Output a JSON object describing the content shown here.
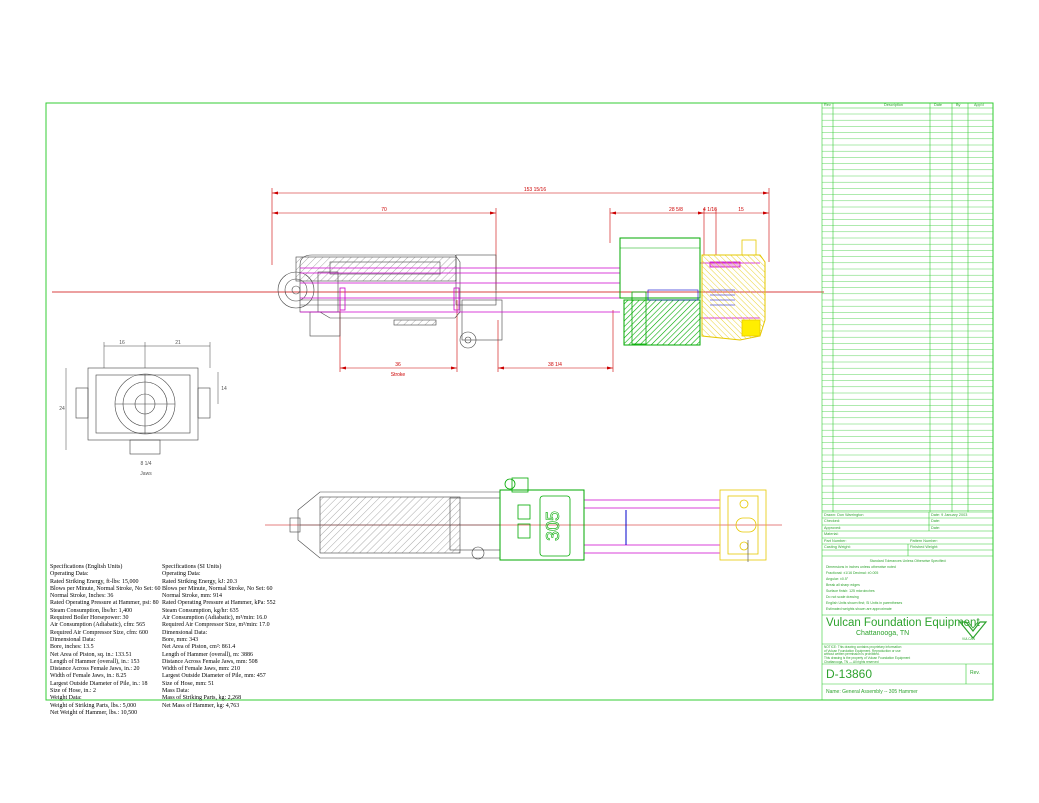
{
  "colors": {
    "frame": "#33cc33",
    "dimension": "#cc0000",
    "axis": "#cc0000",
    "piston": "#cc00cc",
    "cylinder": "#00aa00",
    "jaws": "#ffee00",
    "drawing": "#444444",
    "titleblock_text": "#2ea32e"
  },
  "drawing": {
    "dimensions": {
      "overall": "153 15/16",
      "d70": "70",
      "d28": "28 5/8",
      "d4": "4 1/16",
      "d15": "15",
      "d36": "36",
      "stroke_label": "Stroke",
      "d38": "38 1/4"
    },
    "end_view": {
      "dim_a": "16",
      "dim_b": "21",
      "dim_c": "24",
      "dim_d": "14",
      "jaws_dim": "8 1/4",
      "jaws_label": "Jaws"
    },
    "cylinder_label": "305"
  },
  "specs_english": {
    "lines": [
      "Specifications (English Units)",
      "Operating Data:",
      "Rated Striking Energy, ft-lbs: 15,000",
      "Blows per Minute, Normal Stroke, No Set: 60",
      "Normal Stroke, Inches: 36",
      "Rated Operating Pressure at Hammer, psi: 80",
      "Steam Consumption, lbs/hr: 1,400",
      "Required Boiler Horsepower: 30",
      "Air Consumption (Adiabatic), cfm: 565",
      "Required Air Compressor Size, cfm: 600",
      "Dimensional Data:",
      "Bore, inches: 13.5",
      "Net Area of Piston, sq. in.: 133.51",
      "Length of Hammer (overall), in.: 153",
      "Distance Across Female Jaws, in.: 20",
      "Width of Female Jaws, in.: 8.25",
      "Largest Outside Diameter of Pile, in.: 18",
      "Size of Hose, in.: 2",
      "Weight Data:",
      "Weight of Striking Parts, lbs.: 5,000",
      "Net Weight of Hammer, lbs.: 10,500"
    ]
  },
  "specs_si": {
    "lines": [
      "Specifications (SI Units)",
      "Operating Data:",
      "Rated Striking Energy, kJ: 20.3",
      "Blows per Minute, Normal Stroke, No Set: 60",
      "Normal Stroke, mm: 914",
      "Rated Operating Pressure at Hammer, kPa: 552",
      "Steam Consumption, kg/hr: 635",
      "Air Consumption (Adiabatic), m³/min: 16.0",
      "Required Air Compressor Size, m³/min: 17.0",
      "Dimensional Data:",
      "Bore, mm: 343",
      "Net Area of Piston, cm²: 861.4",
      "Length of Hammer (overall), m: 3886",
      "Distance Across Female Jaws, mm: 508",
      "Width of Female Jaws, mm: 210",
      "Largest Outside Diameter of Pile, mm: 457",
      "Size of Hose, mm: 51",
      "Mass Data:",
      "Mass of Striking Parts, kg: 2,268",
      "Net Mass of Hammer, kg: 4,763"
    ]
  },
  "title_block": {
    "revision_headers": [
      "Rev",
      "Description",
      "Date",
      "By",
      "App'd"
    ],
    "info_rows": [
      [
        "Drawn: Don Warrington",
        "Date: 9 January 2003"
      ],
      [
        "Checked:",
        "Date:"
      ],
      [
        "Approved:",
        "Date:"
      ],
      [
        "Material:",
        ""
      ],
      [
        "Part Number:",
        "Pattern Number:"
      ],
      [
        "Casting Weight:",
        "Finished Weight:"
      ]
    ],
    "notes": [
      "Standard Tolerances Unless Otherwise Specified:",
      "Dimensions in inches unless otherwise noted",
      "Fractional: ±1/16    Decimal: ±0.005",
      "Angular: ±0.5°",
      "Break all sharp edges",
      "Surface finish: 125 microinches",
      "Do not scale drawing",
      "English Units shown first; SI Units in parentheses",
      "Estimated weights shown are approximate"
    ],
    "company": "Vulcan Foundation Equipment",
    "location": "Chattanooga, TN",
    "logo_text": "VULCAN",
    "proprietary": [
      "NOTICE: This drawing contains proprietary information",
      "of Vulcan Foundation Equipment. Reproduction or use",
      "without written permission is prohibited.",
      "This drawing is the property of Vulcan Foundation Equipment",
      "Chattanooga, TN — All rights reserved"
    ],
    "drawing_number": "D-13860",
    "rev_label": "Rev.",
    "name": "Name: General Assembly -- 305 Hammer"
  }
}
